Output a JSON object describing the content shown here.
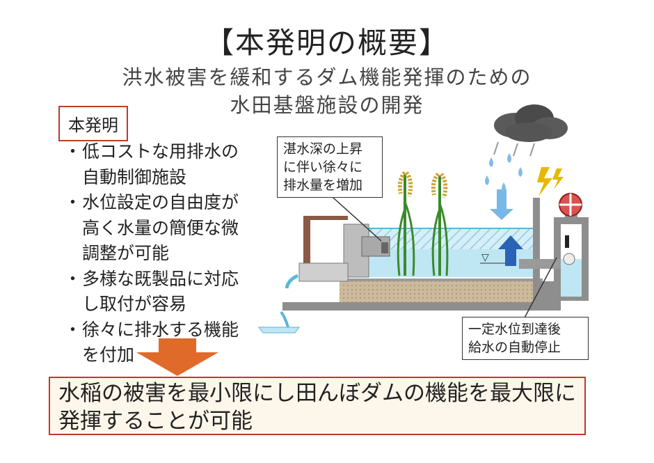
{
  "title": "【本発明の概要】",
  "subtitle_line1": "洪水被害を緩和するダム機能発揮のための",
  "subtitle_line2": "水田基盤施設の開発",
  "section_label": "本発明",
  "bullets": [
    {
      "line1": "低コストな用排水の",
      "line2": "自動制御施設",
      "line3": ""
    },
    {
      "line1": "水位設定の自由度が",
      "line2": "高く水量の簡便な微",
      "line3": "調整が可能"
    },
    {
      "line1": "多様な既製品に対応",
      "line2": "し取付が容易",
      "line3": ""
    },
    {
      "line1": "徐々に排水する機能",
      "line2": "を付加",
      "line3": ""
    }
  ],
  "bullet_mark": "・",
  "callout_top": {
    "line1": "湛水深の上昇",
    "line2": "に伴い徐々に",
    "line3": "排水量を増加"
  },
  "callout_bottom": {
    "line1": "一定水位到達後",
    "line2": "給水の自動停止"
  },
  "result": {
    "line1": "水稲の被害を最小限にし田んぼダムの機能を最大限に",
    "line2": "発揮することが可能"
  },
  "water_level_symbol": "▽",
  "colors": {
    "accent": "#c0392b",
    "arrow": "#e06a2a",
    "water": "#bfe6f3",
    "water_dark": "#5ab7d9",
    "soil": "#c9b79a",
    "concrete": "#9a9a9a",
    "blue_arrow": "#2a63b5",
    "rice": "#c9a437",
    "stem": "#3a8a2a"
  }
}
